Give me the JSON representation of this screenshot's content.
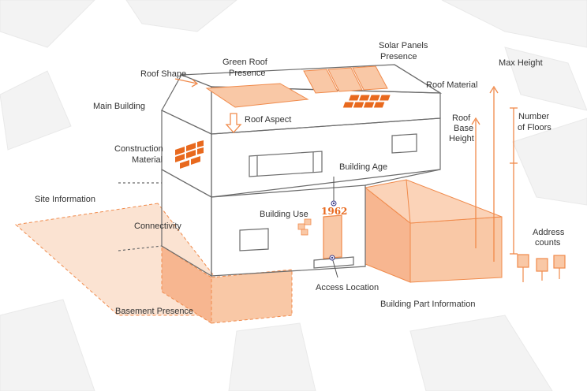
{
  "labels": {
    "roof_shape": "Roof Shape",
    "green_roof_1": "Green Roof",
    "green_roof_2": "Presence",
    "solar_1": "Solar Panels",
    "solar_2": "Presence",
    "max_height": "Max Height",
    "roof_material": "Roof Material",
    "main_building": "Main Building",
    "roof_aspect": "Roof Aspect",
    "roof_base_1": "Roof",
    "roof_base_2": "Base",
    "roof_base_3": "Height",
    "floors_1": "Number",
    "floors_2": "of Floors",
    "construction_1": "Construction",
    "construction_2": "Material",
    "building_age": "Building Age",
    "site_information": "Site Information",
    "building_use": "Building Use",
    "year": "1962",
    "connectivity": "Connectivity",
    "address_1": "Address",
    "address_2": "counts",
    "access_location": "Access Location",
    "building_part": "Building Part Information",
    "basement": "Basement Presence"
  },
  "colors": {
    "accent": "#f08a4b",
    "accent_dark": "#e8691e",
    "fill_light": "#f9c8a6",
    "line": "#6b6b6b",
    "text": "#333333",
    "map": "#eeeeee"
  }
}
